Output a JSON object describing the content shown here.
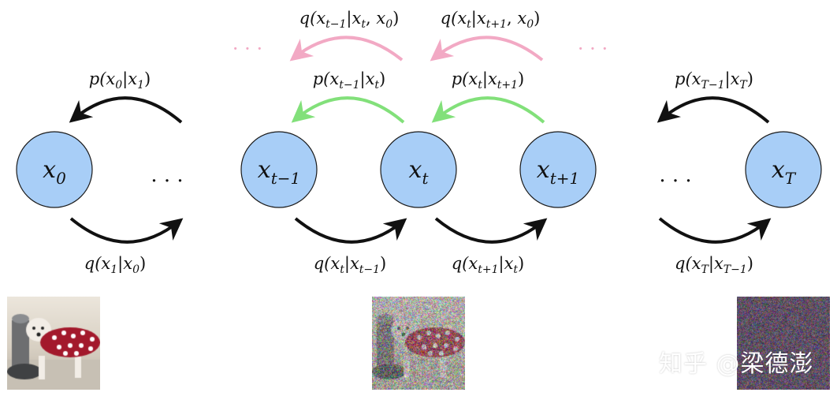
{
  "colors": {
    "node_fill": "#a8cef7",
    "arrow_black": "#111111",
    "arrow_green": "#82e07a",
    "arrow_pink": "#f2a9c4",
    "dots_pink": "#f2a9c4"
  },
  "nodes": [
    {
      "id": "x0",
      "base": "x",
      "sub": "0"
    },
    {
      "id": "xtm1",
      "base": "x",
      "sub": "t−1"
    },
    {
      "id": "xt",
      "base": "x",
      "sub": "t"
    },
    {
      "id": "xtp1",
      "base": "x",
      "sub": "t+1"
    },
    {
      "id": "xT",
      "base": "x",
      "sub": "T"
    }
  ],
  "ellipsis": "· · ·",
  "labels": {
    "q_post_tm1": "q(xₜ₋₁|xₜ, x₀)",
    "q_post_t": "q(xₜ|xₜ₊₁, x₀)",
    "p_x0": "p(x₀|x₁)",
    "p_tm1": "p(xₜ₋₁|xₜ)",
    "p_t": "p(xₜ|xₜ₊₁)",
    "p_Tm1": "p(xₜ₋₁|xₜ)",
    "q_x1": "q(x₁|x₀)",
    "q_t": "q(xₜ|xₜ₋₁)",
    "q_tp1": "q(xₜ₊₁|xₜ)",
    "q_T": "q(xₜ|xₜ₋₁)"
  },
  "label_parts": {
    "q_post_tm1": [
      [
        "q(",
        ""
      ],
      [
        "x",
        "t−1"
      ],
      [
        "|",
        ""
      ],
      [
        "x",
        "t"
      ],
      [
        ", ",
        ""
      ],
      [
        "x",
        "0"
      ],
      [
        ")",
        ""
      ]
    ],
    "q_post_t": [
      [
        "q(",
        ""
      ],
      [
        "x",
        "t"
      ],
      [
        "|",
        ""
      ],
      [
        "x",
        "t+1"
      ],
      [
        ", ",
        ""
      ],
      [
        "x",
        "0"
      ],
      [
        ")",
        ""
      ]
    ],
    "p_x0": [
      [
        "p(",
        ""
      ],
      [
        "x",
        "0"
      ],
      [
        "|",
        ""
      ],
      [
        "x",
        "1"
      ],
      [
        ")",
        ""
      ]
    ],
    "p_tm1": [
      [
        "p(",
        ""
      ],
      [
        "x",
        "t−1"
      ],
      [
        "|",
        ""
      ],
      [
        "x",
        "t"
      ],
      [
        ")",
        ""
      ]
    ],
    "p_t": [
      [
        "p(",
        ""
      ],
      [
        "x",
        "t"
      ],
      [
        "|",
        ""
      ],
      [
        "x",
        "t+1"
      ],
      [
        ")",
        ""
      ]
    ],
    "p_Tm1": [
      [
        "p(",
        ""
      ],
      [
        "x",
        "T−1"
      ],
      [
        "|",
        ""
      ],
      [
        "x",
        "T"
      ],
      [
        ")",
        ""
      ]
    ],
    "q_x1": [
      [
        "q(",
        ""
      ],
      [
        "x",
        "1"
      ],
      [
        "|",
        ""
      ],
      [
        "x",
        "0"
      ],
      [
        ")",
        ""
      ]
    ],
    "q_t": [
      [
        "q(",
        ""
      ],
      [
        "x",
        "t"
      ],
      [
        "|",
        ""
      ],
      [
        "x",
        "t−1"
      ],
      [
        ")",
        ""
      ]
    ],
    "q_tp1": [
      [
        "q(",
        ""
      ],
      [
        "x",
        "t+1"
      ],
      [
        "|",
        ""
      ],
      [
        "x",
        "t"
      ],
      [
        ")",
        ""
      ]
    ],
    "q_T": [
      [
        "q(",
        ""
      ],
      [
        "x",
        "T"
      ],
      [
        "|",
        ""
      ],
      [
        "x",
        "T−1"
      ],
      [
        ")",
        ""
      ]
    ]
  },
  "images": [
    {
      "id": "clean",
      "depicts": "dog-in-red-polka-dot-sweater",
      "noise": 0.0
    },
    {
      "id": "noisy",
      "depicts": "dog-in-red-polka-dot-sweater",
      "noise": 0.55
    },
    {
      "id": "pure_noise",
      "depicts": "noise",
      "noise": 1.0
    }
  ],
  "watermark": "知乎 @梁德澎"
}
